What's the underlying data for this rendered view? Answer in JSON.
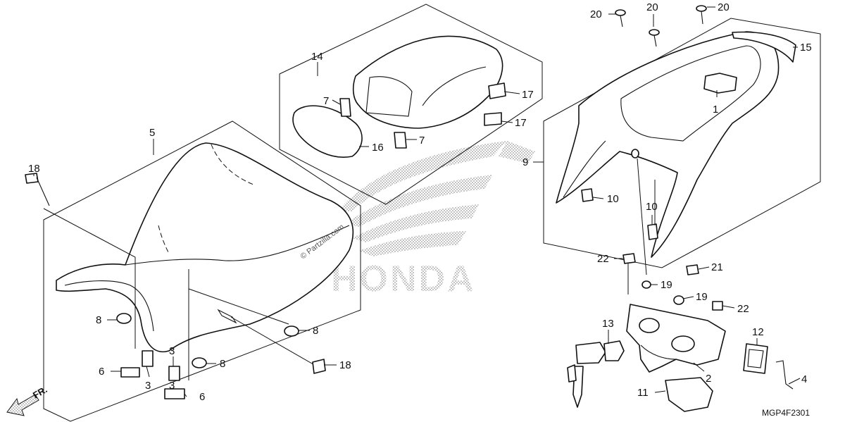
{
  "diagram": {
    "code": "MGP4F2301",
    "watermark": "© Partzilla.com",
    "brand": "HONDA",
    "direction_label": "FR.",
    "callouts": [
      {
        "id": "c1",
        "label": "1"
      },
      {
        "id": "c2",
        "label": "2"
      },
      {
        "id": "c3a",
        "label": "3"
      },
      {
        "id": "c3b",
        "label": "3"
      },
      {
        "id": "c3c",
        "label": "3"
      },
      {
        "id": "c4",
        "label": "4"
      },
      {
        "id": "c5",
        "label": "5"
      },
      {
        "id": "c6a",
        "label": "6"
      },
      {
        "id": "c6b",
        "label": "6"
      },
      {
        "id": "c7a",
        "label": "7"
      },
      {
        "id": "c7b",
        "label": "7"
      },
      {
        "id": "c8a",
        "label": "8"
      },
      {
        "id": "c8b",
        "label": "8"
      },
      {
        "id": "c8c",
        "label": "8"
      },
      {
        "id": "c9",
        "label": "9"
      },
      {
        "id": "c10a",
        "label": "10"
      },
      {
        "id": "c10b",
        "label": "10"
      },
      {
        "id": "c11",
        "label": "11"
      },
      {
        "id": "c12",
        "label": "12"
      },
      {
        "id": "c13",
        "label": "13"
      },
      {
        "id": "c14",
        "label": "14"
      },
      {
        "id": "c15",
        "label": "15"
      },
      {
        "id": "c16",
        "label": "16"
      },
      {
        "id": "c17a",
        "label": "17"
      },
      {
        "id": "c17b",
        "label": "17"
      },
      {
        "id": "c18a",
        "label": "18"
      },
      {
        "id": "c18b",
        "label": "18"
      },
      {
        "id": "c19a",
        "label": "19"
      },
      {
        "id": "c19b",
        "label": "19"
      },
      {
        "id": "c20a",
        "label": "20"
      },
      {
        "id": "c20b",
        "label": "20"
      },
      {
        "id": "c20c",
        "label": "20"
      },
      {
        "id": "c21",
        "label": "21"
      },
      {
        "id": "c22a",
        "label": "22"
      },
      {
        "id": "c22b",
        "label": "22"
      }
    ]
  }
}
